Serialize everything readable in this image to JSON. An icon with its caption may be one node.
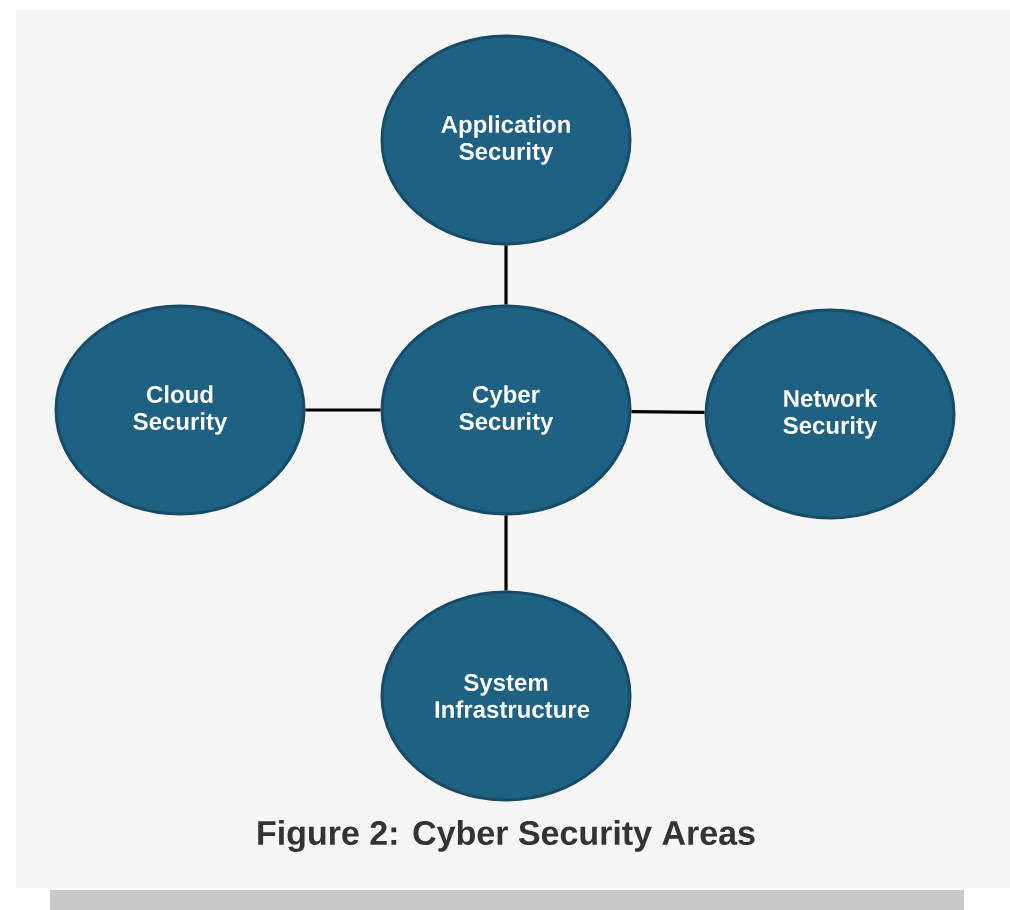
{
  "diagram": {
    "caption": "Figure 2: Cyber Security Areas",
    "nodes": [
      {
        "text": [
          "Application Security"
        ]
      },
      {
        "text": [
          "Cloud Security"
        ]
      },
      {
        "text": [
          "Cyber Security"
        ]
      },
      {
        "text": [
          "Network Security"
        ]
      },
      {
        "text": [
          "System Infrastructure"
        ]
      }
    ],
    "edges": [
      {
        "from": 2,
        "to": 0,
        "arrow": "none"
      },
      {
        "from": 2,
        "to": 1,
        "arrow": "none"
      },
      {
        "from": 2,
        "to": 3,
        "arrow": "none"
      },
      {
        "from": 2,
        "to": 4,
        "arrow": "none"
      }
    ]
  }
}
